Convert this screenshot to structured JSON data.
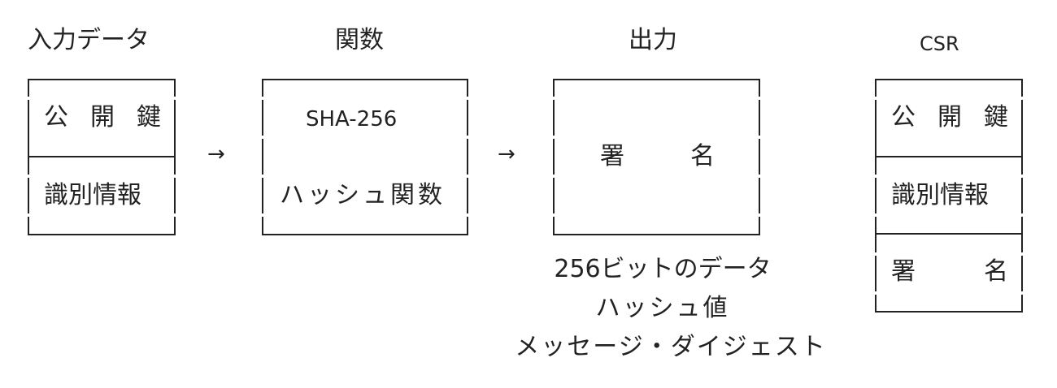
{
  "columns": {
    "input": {
      "title": "入力データ",
      "cells": [
        {
          "chars": [
            "公",
            "開",
            "鍵"
          ]
        },
        {
          "text": "識別情報"
        }
      ]
    },
    "function": {
      "title": "関数",
      "line1": "SHA-256",
      "line2": "ハッシュ関数"
    },
    "output": {
      "title": "出力",
      "chars": [
        "署",
        "名"
      ],
      "captions": [
        "256ビットのデータ",
        "ハッシュ値",
        "メッセージ・ダイジェスト"
      ]
    },
    "csr": {
      "title": "CSR",
      "cells": [
        {
          "chars": [
            "公",
            "開",
            "鍵"
          ]
        },
        {
          "text": "識別情報"
        },
        {
          "chars": [
            "署",
            "名"
          ]
        }
      ]
    }
  },
  "arrows": [
    "→",
    "→"
  ],
  "colors": {
    "line": "#222222",
    "text": "#222222",
    "background": "#ffffff"
  }
}
